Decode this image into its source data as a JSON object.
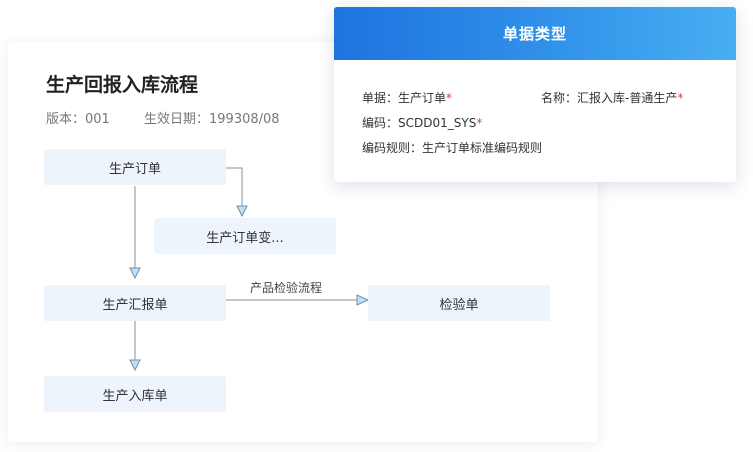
{
  "flow": {
    "title": "生产回报入库流程",
    "version": "版本：001",
    "effective_date": "生效日期：199308/08"
  },
  "nodes": {
    "production_order": "生产订单",
    "production_order_change": "生产订单变...",
    "production_report": "生产汇报单",
    "inspection_order": "检验单",
    "production_inbound": "生产入库单"
  },
  "edges": {
    "inspection_flow_label": "产品检验流程"
  },
  "document_type_panel": {
    "header": "单据类型",
    "document_label": "单据：生产订单",
    "name_label": "名称：汇报入库-普通生产",
    "code_label": "编码：SCDD01_SYS",
    "rule_label": "编码规则：生产订单标准编码规则",
    "required_mark": "*"
  },
  "colors": {
    "header_gradient_start": "#1f73df",
    "header_gradient_end": "#4aaef2",
    "node_fill": "#eef4fc",
    "arrow_head_fill": "#bfe0f7",
    "required": "#e23b3b"
  }
}
